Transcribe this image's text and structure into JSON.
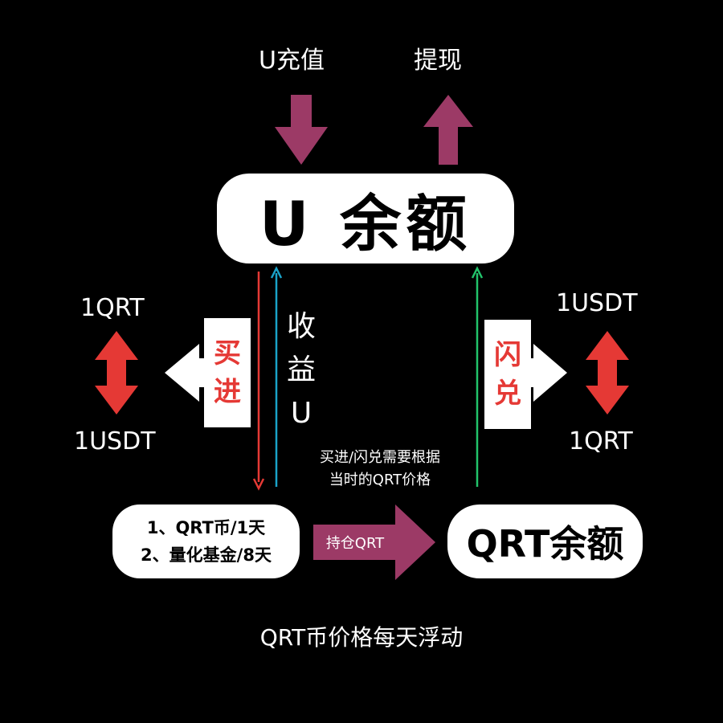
{
  "top": {
    "deposit_label": "U充值",
    "withdraw_label": "提现"
  },
  "u_balance": {
    "label": "U 余额"
  },
  "earnings": {
    "chars": [
      "收",
      "益",
      "U"
    ]
  },
  "buy": {
    "chars": [
      "买",
      "进"
    ]
  },
  "flash": {
    "chars": [
      "闪",
      "兑"
    ]
  },
  "left_rate": {
    "top": "1QRT",
    "bottom": "1USDT"
  },
  "right_rate": {
    "top": "1USDT",
    "bottom": "1QRT"
  },
  "note": {
    "line1": "买进/闪兑需要根据",
    "line2": "当时的QRT价格"
  },
  "fund": {
    "line1": "1、QRT币/1天",
    "line2": "2、量化基金/8天"
  },
  "hold": {
    "label": "持仓QRT"
  },
  "qrt_balance": {
    "label": "QRT余额"
  },
  "footer": {
    "label": "QRT币价格每天浮动"
  },
  "colors": {
    "purple_arrow": "#9c3a66",
    "red": "#e53935",
    "teal": "#1aa3c9",
    "green": "#22c36b",
    "white": "#ffffff",
    "background": "#000000"
  }
}
